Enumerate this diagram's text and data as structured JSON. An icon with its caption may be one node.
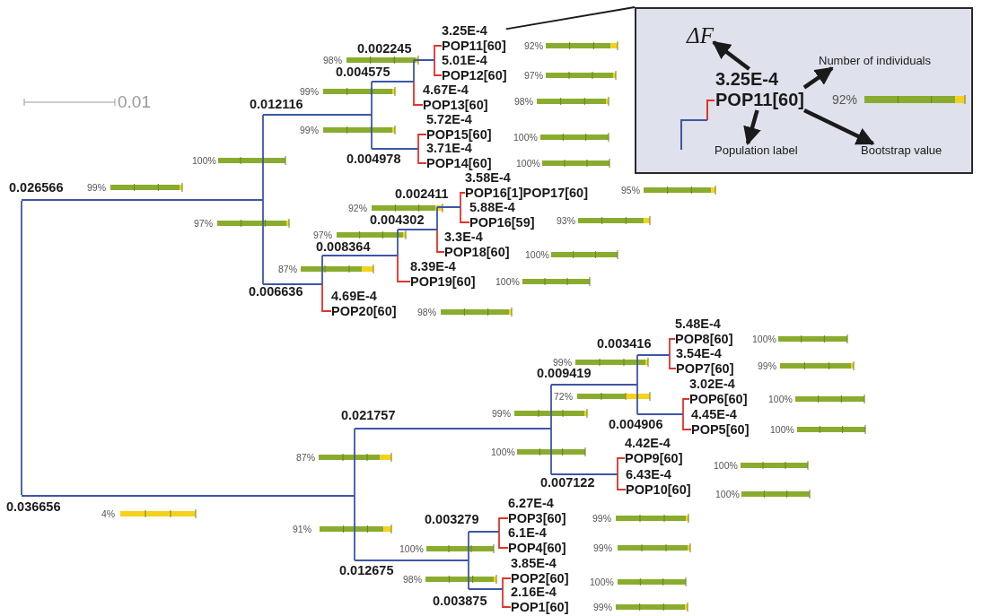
{
  "diagram": {
    "nodes": [
      {
        "text": [],
        "shape": "box"
      },
      {
        "text": [
          "ΔF"
        ],
        "in": 0
      },
      {
        "text": [
          "Number of individuals"
        ],
        "in": 0
      },
      {
        "text": [
          "3.25E-4",
          "POP11[60]"
        ],
        "beside": [
          "92%"
        ],
        "in": 0
      },
      {
        "text": [
          "Population label"
        ],
        "in": 0
      },
      {
        "text": [
          "Bootstrap value"
        ],
        "in": 0
      },
      {
        "text": [
          "0.002245"
        ]
      },
      {
        "text": [
          "3.25E-4",
          "POP11[60]"
        ]
      },
      {
        "text": [
          "5.01E-4",
          "POP12[60]"
        ]
      },
      {
        "text": [
          "0.004575"
        ]
      },
      {
        "text": [
          "4.67E-4",
          "POP13[60]"
        ]
      },
      {
        "text": [
          "0.012116"
        ]
      },
      {
        "text": [
          "5.72E-4",
          "POP15[60]"
        ]
      },
      {
        "text": [
          "3.71E-4",
          "POP14[60]"
        ]
      },
      {
        "text": [
          "0.004978"
        ]
      },
      {
        "text": [
          "0.026566"
        ]
      },
      {
        "text": [
          "3.58E-4",
          "POP16[1]POP17[60]"
        ]
      },
      {
        "text": [
          "0.002411"
        ]
      },
      {
        "text": [
          "5.88E-4",
          "POP16[59]"
        ]
      },
      {
        "text": [
          "0.004302"
        ]
      },
      {
        "text": [
          "3.3E-4",
          "POP18[60]"
        ]
      },
      {
        "text": [
          "0.008364"
        ]
      },
      {
        "text": [
          "8.39E-4",
          "POP19[60]"
        ]
      },
      {
        "text": [
          "0.006636"
        ]
      },
      {
        "text": [
          "4.69E-4",
          "POP20[60]"
        ]
      },
      {
        "text": [
          "5.48E-4",
          "POP8[60]"
        ]
      },
      {
        "text": [
          "0.003416"
        ]
      },
      {
        "text": [
          "3.54E-4",
          "POP7[60]"
        ]
      },
      {
        "text": [
          "0.009419"
        ]
      },
      {
        "text": [
          "3.02E-4",
          "POP6[60]"
        ]
      },
      {
        "text": [
          "4.45E-4",
          "POP5[60]"
        ]
      },
      {
        "text": [
          "0.004906"
        ]
      },
      {
        "text": [
          "0.021757"
        ]
      },
      {
        "text": [
          "4.42E-4",
          "POP9[60]"
        ]
      },
      {
        "text": [
          "6.43E-4",
          "POP10[60]"
        ]
      },
      {
        "text": [
          "0.007122"
        ]
      },
      {
        "text": [
          "0.036656"
        ]
      },
      {
        "text": [
          "6.27E-4",
          "POP3[60]"
        ]
      },
      {
        "text": [
          "0.003279"
        ]
      },
      {
        "text": [
          "6.1E-4",
          "POP4[60]"
        ]
      },
      {
        "text": [
          "0.012675"
        ]
      },
      {
        "text": [
          "3.85E-4",
          "POP2[60]"
        ]
      },
      {
        "text": [
          "0.003875"
        ]
      },
      {
        "text": [
          "2.16E-4",
          "POP1[60]"
        ]
      }
    ],
    "edges": [
      {
        "from": 3,
        "to": 1,
        "arrow": "to",
        "style": "thick",
        "color": "#1a1a1a"
      },
      {
        "from": 3,
        "to": 2,
        "arrow": "to",
        "style": "thick",
        "color": "#1a1a1a"
      },
      {
        "from": 3,
        "to": 4,
        "arrow": "to",
        "style": "thick",
        "color": "#1a1a1a"
      },
      {
        "from": 3,
        "to": 5,
        "arrow": "to",
        "style": "thick",
        "color": "#1a1a1a"
      },
      {
        "from": 7,
        "to": 0,
        "arrow": "none",
        "color": "#1a1a1a"
      },
      {
        "from": 15,
        "to": 36,
        "arrow": "none",
        "color": "#3d56a6"
      },
      {
        "from": 15,
        "to": 11,
        "arrow": "none",
        "color": "#3d56a6"
      },
      {
        "from": 15,
        "to": 23,
        "arrow": "none",
        "color": "#3d56a6"
      },
      {
        "from": 11,
        "to": 9,
        "arrow": "none",
        "color": "#3d56a6"
      },
      {
        "from": 11,
        "to": 14,
        "arrow": "none",
        "color": "#3d56a6"
      },
      {
        "from": 9,
        "to": 6,
        "arrow": "none",
        "color": "#3d56a6"
      },
      {
        "from": 23,
        "to": 21,
        "arrow": "none",
        "color": "#3d56a6"
      },
      {
        "from": 21,
        "to": 19,
        "arrow": "none",
        "color": "#3d56a6"
      },
      {
        "from": 19,
        "to": 17,
        "arrow": "none",
        "color": "#3d56a6"
      },
      {
        "from": 36,
        "to": 32,
        "arrow": "none",
        "color": "#3d56a6"
      },
      {
        "from": 36,
        "to": 40,
        "arrow": "none",
        "color": "#3d56a6"
      },
      {
        "from": 32,
        "to": 28,
        "arrow": "none",
        "color": "#3d56a6"
      },
      {
        "from": 32,
        "to": 35,
        "arrow": "none",
        "color": "#3d56a6"
      },
      {
        "from": 28,
        "to": 26,
        "arrow": "none",
        "color": "#3d56a6"
      },
      {
        "from": 28,
        "to": 31,
        "arrow": "none",
        "color": "#3d56a6"
      },
      {
        "from": 40,
        "to": 38,
        "arrow": "none",
        "color": "#3d56a6"
      },
      {
        "from": 40,
        "to": 42,
        "arrow": "none",
        "color": "#3d56a6"
      },
      {
        "from": 6,
        "to": 7,
        "arrow": "none"
      },
      {
        "from": 6,
        "to": 8,
        "arrow": "none"
      },
      {
        "from": 9,
        "to": 10,
        "arrow": "none"
      },
      {
        "from": 14,
        "to": 12,
        "arrow": "none"
      },
      {
        "from": 14,
        "to": 13,
        "arrow": "none"
      },
      {
        "from": 17,
        "to": 16,
        "arrow": "none"
      },
      {
        "from": 17,
        "to": 18,
        "arrow": "none"
      },
      {
        "from": 19,
        "to": 20,
        "arrow": "none"
      },
      {
        "from": 21,
        "to": 22,
        "arrow": "none"
      },
      {
        "from": 23,
        "to": 24,
        "arrow": "none"
      },
      {
        "from": 26,
        "to": 25,
        "arrow": "none"
      },
      {
        "from": 26,
        "to": 27,
        "arrow": "none"
      },
      {
        "from": 31,
        "to": 29,
        "arrow": "none"
      },
      {
        "from": 31,
        "to": 30,
        "arrow": "none"
      },
      {
        "from": 35,
        "to": 33,
        "arrow": "none"
      },
      {
        "from": 35,
        "to": 34,
        "arrow": "none"
      },
      {
        "from": 38,
        "to": 37,
        "arrow": "none"
      },
      {
        "from": 38,
        "to": 39,
        "arrow": "none"
      },
      {
        "from": 42,
        "to": 41,
        "arrow": "none"
      },
      {
        "from": 42,
        "to": 43,
        "arrow": "none"
      }
    ],
    "labels": [
      "92%",
      "98%",
      "97%",
      "99%",
      "98%",
      "0.01",
      "99%",
      "100%",
      "100%",
      "100%",
      "99%",
      "95%",
      "92%",
      "93%",
      "97%",
      "97%",
      "100%",
      "87%",
      "100%",
      "98%",
      "100%",
      "99%",
      "99%",
      "72%",
      "100%",
      "99%",
      "100%",
      "100%",
      "87%",
      "100%",
      "100%",
      "4%",
      "99%",
      "91%",
      "99%",
      "100%",
      "98%",
      "100%",
      "99%"
    ]
  }
}
